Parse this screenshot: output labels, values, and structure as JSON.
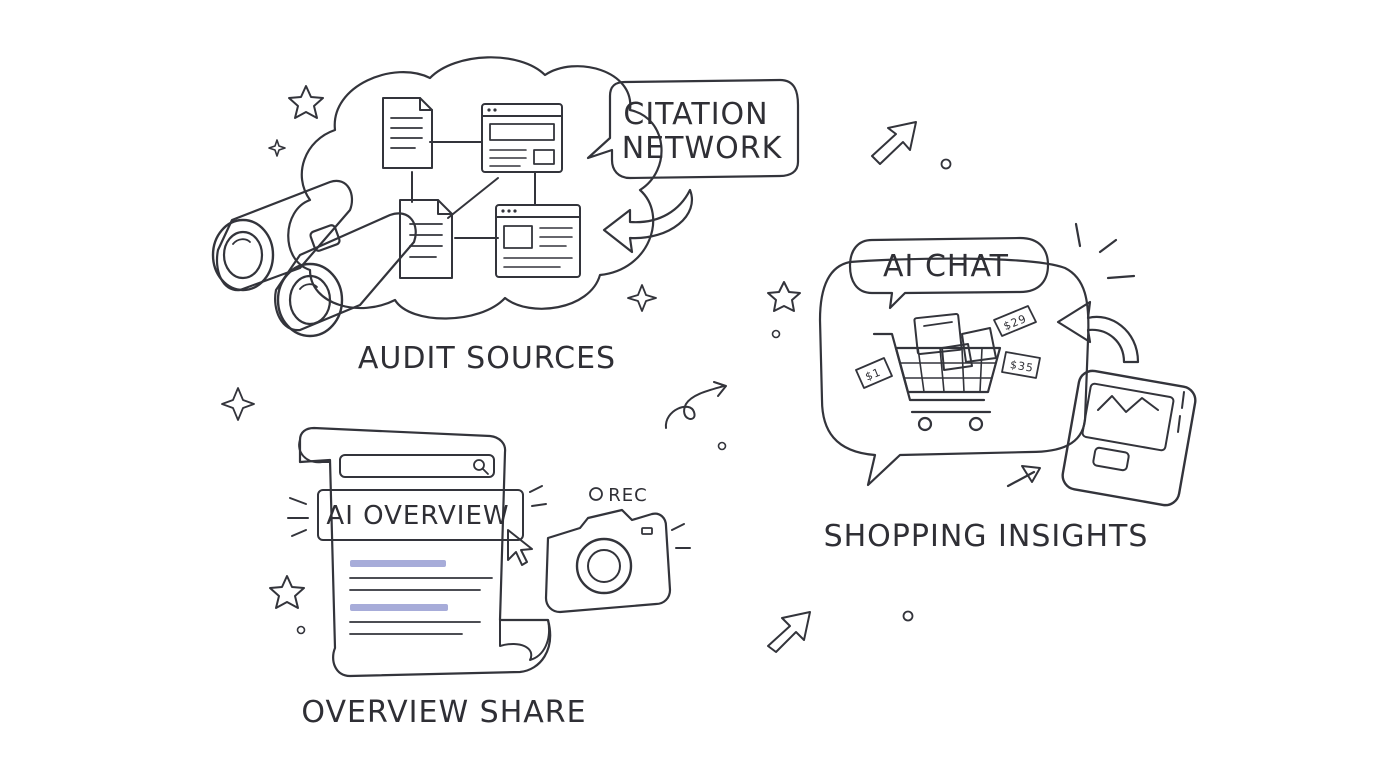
{
  "labels": {
    "citation_network_line1": "CITATION",
    "citation_network_line2": "NETWORK",
    "audit_sources": "AUDIT SOURCES",
    "ai_chat": "AI CHAT",
    "shopping_insights": "SHOPPING INSIGHTS",
    "ai_overview": "AI OVERVIEW",
    "rec": "REC",
    "overview_share": "OVERVIEW SHARE"
  },
  "price_tags": {
    "tag_top": "$29",
    "tag_right": "$35",
    "tag_left": "$1"
  },
  "colors": {
    "ink": "#33343b",
    "cloud_blue": "#e6edf9",
    "lavender": "#b9b5e4",
    "periwinkle": "#a7acd9",
    "peach": "#f6d2aa",
    "mint": "#d3ede3",
    "coral": "#ef9f86",
    "star_peach": "#f2b79b",
    "sparkle_mint": "#7cc7ae",
    "rec_dot": "#ef8a8a"
  },
  "icons": [
    "binoculars-icon",
    "document-icon",
    "browser-window-icon",
    "speech-bubble-icon",
    "shopping-cart-icon",
    "price-tag-icon",
    "tablet-chart-icon",
    "search-bar-icon",
    "cursor-icon",
    "camera-icon",
    "star-icon",
    "sparkle-icon",
    "arrow-icon"
  ]
}
